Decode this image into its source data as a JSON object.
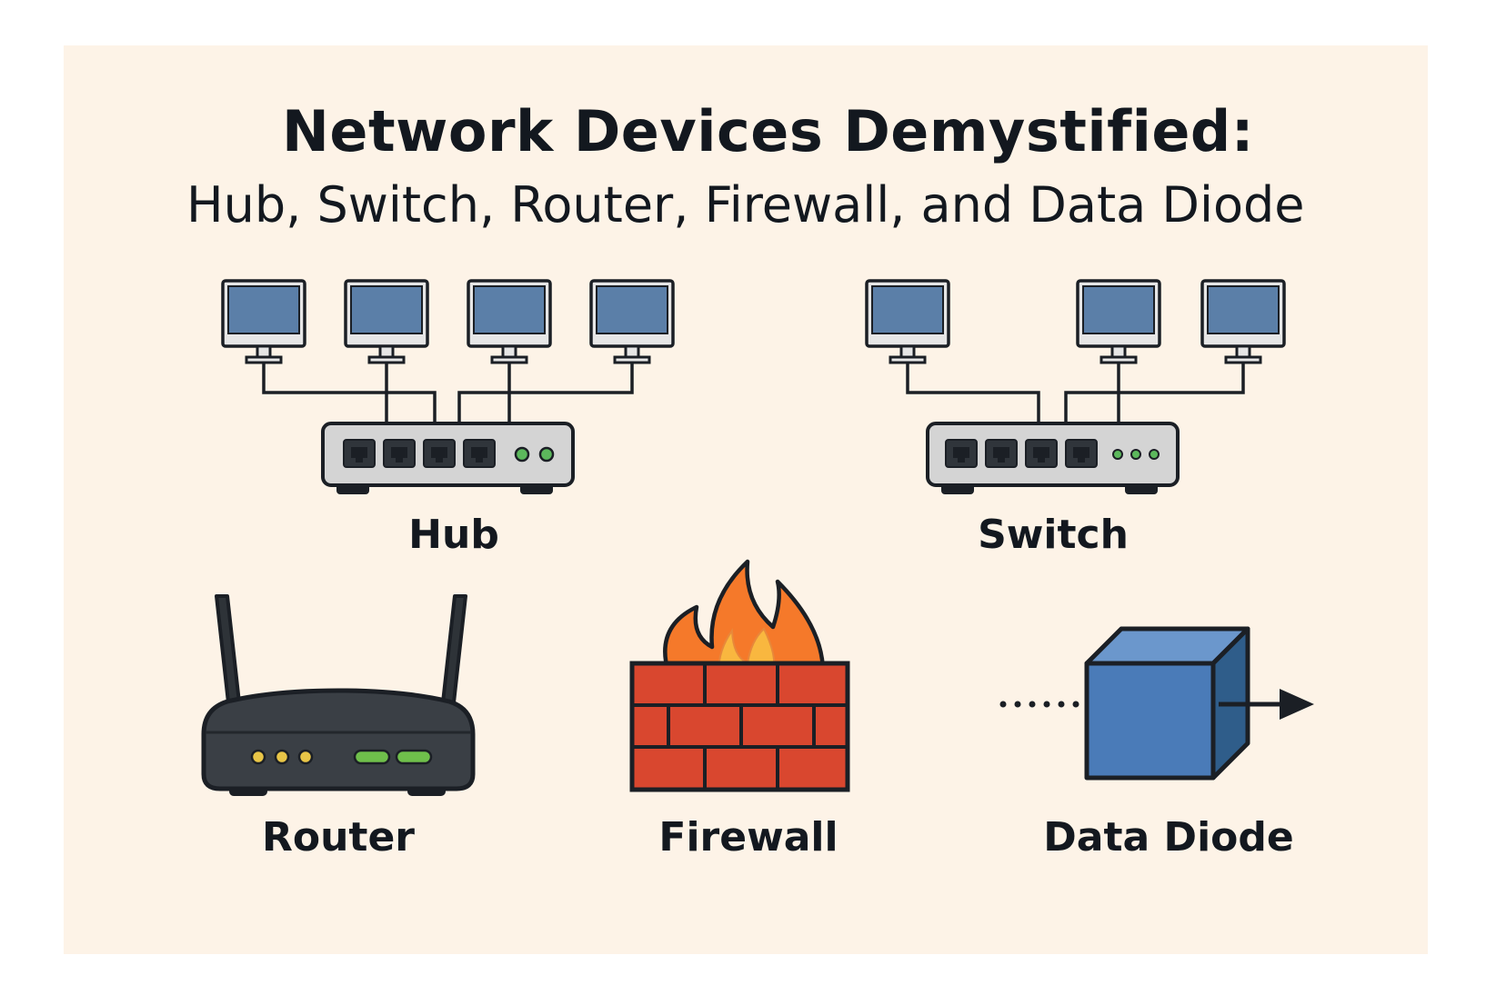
{
  "title": "Network Devices Demystified:",
  "subtitle": "Hub, Switch, Router, Firewall, and Data Diode",
  "devices": {
    "hub": {
      "label": "Hub",
      "icon": "hub-icon"
    },
    "switch": {
      "label": "Switch",
      "icon": "switch-icon"
    },
    "router": {
      "label": "Router",
      "icon": "router-icon"
    },
    "firewall": {
      "label": "Firewall",
      "icon": "firewall-icon"
    },
    "data_diode": {
      "label": "Data Diode",
      "icon": "data-diode-icon"
    }
  },
  "colors": {
    "background": "#fdf3e7",
    "outline": "#1b1f25",
    "monitor_screen": "#5b7fa8",
    "device_body": "#d4d4d4",
    "led_green": "#5cb85c",
    "router_body": "#3a3f45",
    "led_yellow": "#e8c547",
    "brick": "#d9472f",
    "flame_outer": "#f5792a",
    "flame_inner": "#f9b73f",
    "diode_cube": "#4a7bb8"
  }
}
